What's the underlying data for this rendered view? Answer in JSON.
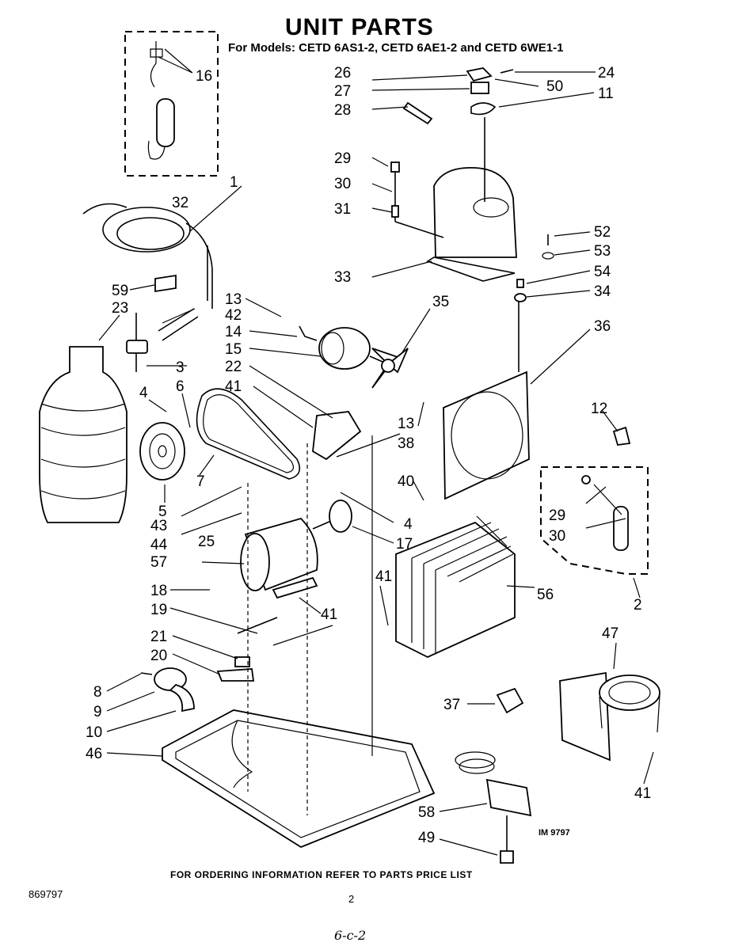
{
  "header": {
    "title": "UNIT PARTS",
    "subtitle": "For Models: CETD 6AS1-2, CETD 6AE1-2 and CETD 6WE1-1"
  },
  "callouts": [
    {
      "id": "c1",
      "label": "1"
    },
    {
      "id": "c2",
      "label": "2"
    },
    {
      "id": "c3",
      "label": "3"
    },
    {
      "id": "c4a",
      "label": "4"
    },
    {
      "id": "c4b",
      "label": "4"
    },
    {
      "id": "c5",
      "label": "5"
    },
    {
      "id": "c6",
      "label": "6"
    },
    {
      "id": "c7",
      "label": "7"
    },
    {
      "id": "c8",
      "label": "8"
    },
    {
      "id": "c9",
      "label": "9"
    },
    {
      "id": "c10",
      "label": "10"
    },
    {
      "id": "c11",
      "label": "11"
    },
    {
      "id": "c12",
      "label": "12"
    },
    {
      "id": "c13a",
      "label": "13"
    },
    {
      "id": "c13b",
      "label": "13"
    },
    {
      "id": "c14",
      "label": "14"
    },
    {
      "id": "c15",
      "label": "15"
    },
    {
      "id": "c16",
      "label": "16"
    },
    {
      "id": "c17",
      "label": "17"
    },
    {
      "id": "c18",
      "label": "18"
    },
    {
      "id": "c19",
      "label": "19"
    },
    {
      "id": "c20",
      "label": "20"
    },
    {
      "id": "c21",
      "label": "21"
    },
    {
      "id": "c22",
      "label": "22"
    },
    {
      "id": "c23",
      "label": "23"
    },
    {
      "id": "c24",
      "label": "24"
    },
    {
      "id": "c25",
      "label": "25"
    },
    {
      "id": "c26",
      "label": "26"
    },
    {
      "id": "c27",
      "label": "27"
    },
    {
      "id": "c28",
      "label": "28"
    },
    {
      "id": "c29a",
      "label": "29"
    },
    {
      "id": "c29b",
      "label": "29"
    },
    {
      "id": "c30a",
      "label": "30"
    },
    {
      "id": "c30b",
      "label": "30"
    },
    {
      "id": "c31",
      "label": "31"
    },
    {
      "id": "c32",
      "label": "32"
    },
    {
      "id": "c33",
      "label": "33"
    },
    {
      "id": "c34",
      "label": "34"
    },
    {
      "id": "c35",
      "label": "35"
    },
    {
      "id": "c36",
      "label": "36"
    },
    {
      "id": "c37",
      "label": "37"
    },
    {
      "id": "c38",
      "label": "38"
    },
    {
      "id": "c40",
      "label": "40"
    },
    {
      "id": "c41a",
      "label": "41"
    },
    {
      "id": "c41b",
      "label": "41"
    },
    {
      "id": "c41c",
      "label": "41"
    },
    {
      "id": "c41d",
      "label": "41"
    },
    {
      "id": "c42",
      "label": "42"
    },
    {
      "id": "c43",
      "label": "43"
    },
    {
      "id": "c44",
      "label": "44"
    },
    {
      "id": "c46",
      "label": "46"
    },
    {
      "id": "c47",
      "label": "47"
    },
    {
      "id": "c49",
      "label": "49"
    },
    {
      "id": "c50",
      "label": "50"
    },
    {
      "id": "c52",
      "label": "52"
    },
    {
      "id": "c53",
      "label": "53"
    },
    {
      "id": "c54",
      "label": "54"
    },
    {
      "id": "c56",
      "label": "56"
    },
    {
      "id": "c57",
      "label": "57"
    },
    {
      "id": "c58",
      "label": "58"
    },
    {
      "id": "c59",
      "label": "59"
    }
  ],
  "image_code": "IM 9797",
  "footer": {
    "note": "FOR ORDERING INFORMATION REFER TO PARTS PRICE LIST",
    "doc_number": "869797",
    "page_number": "2",
    "handwritten": "6-c-2"
  }
}
